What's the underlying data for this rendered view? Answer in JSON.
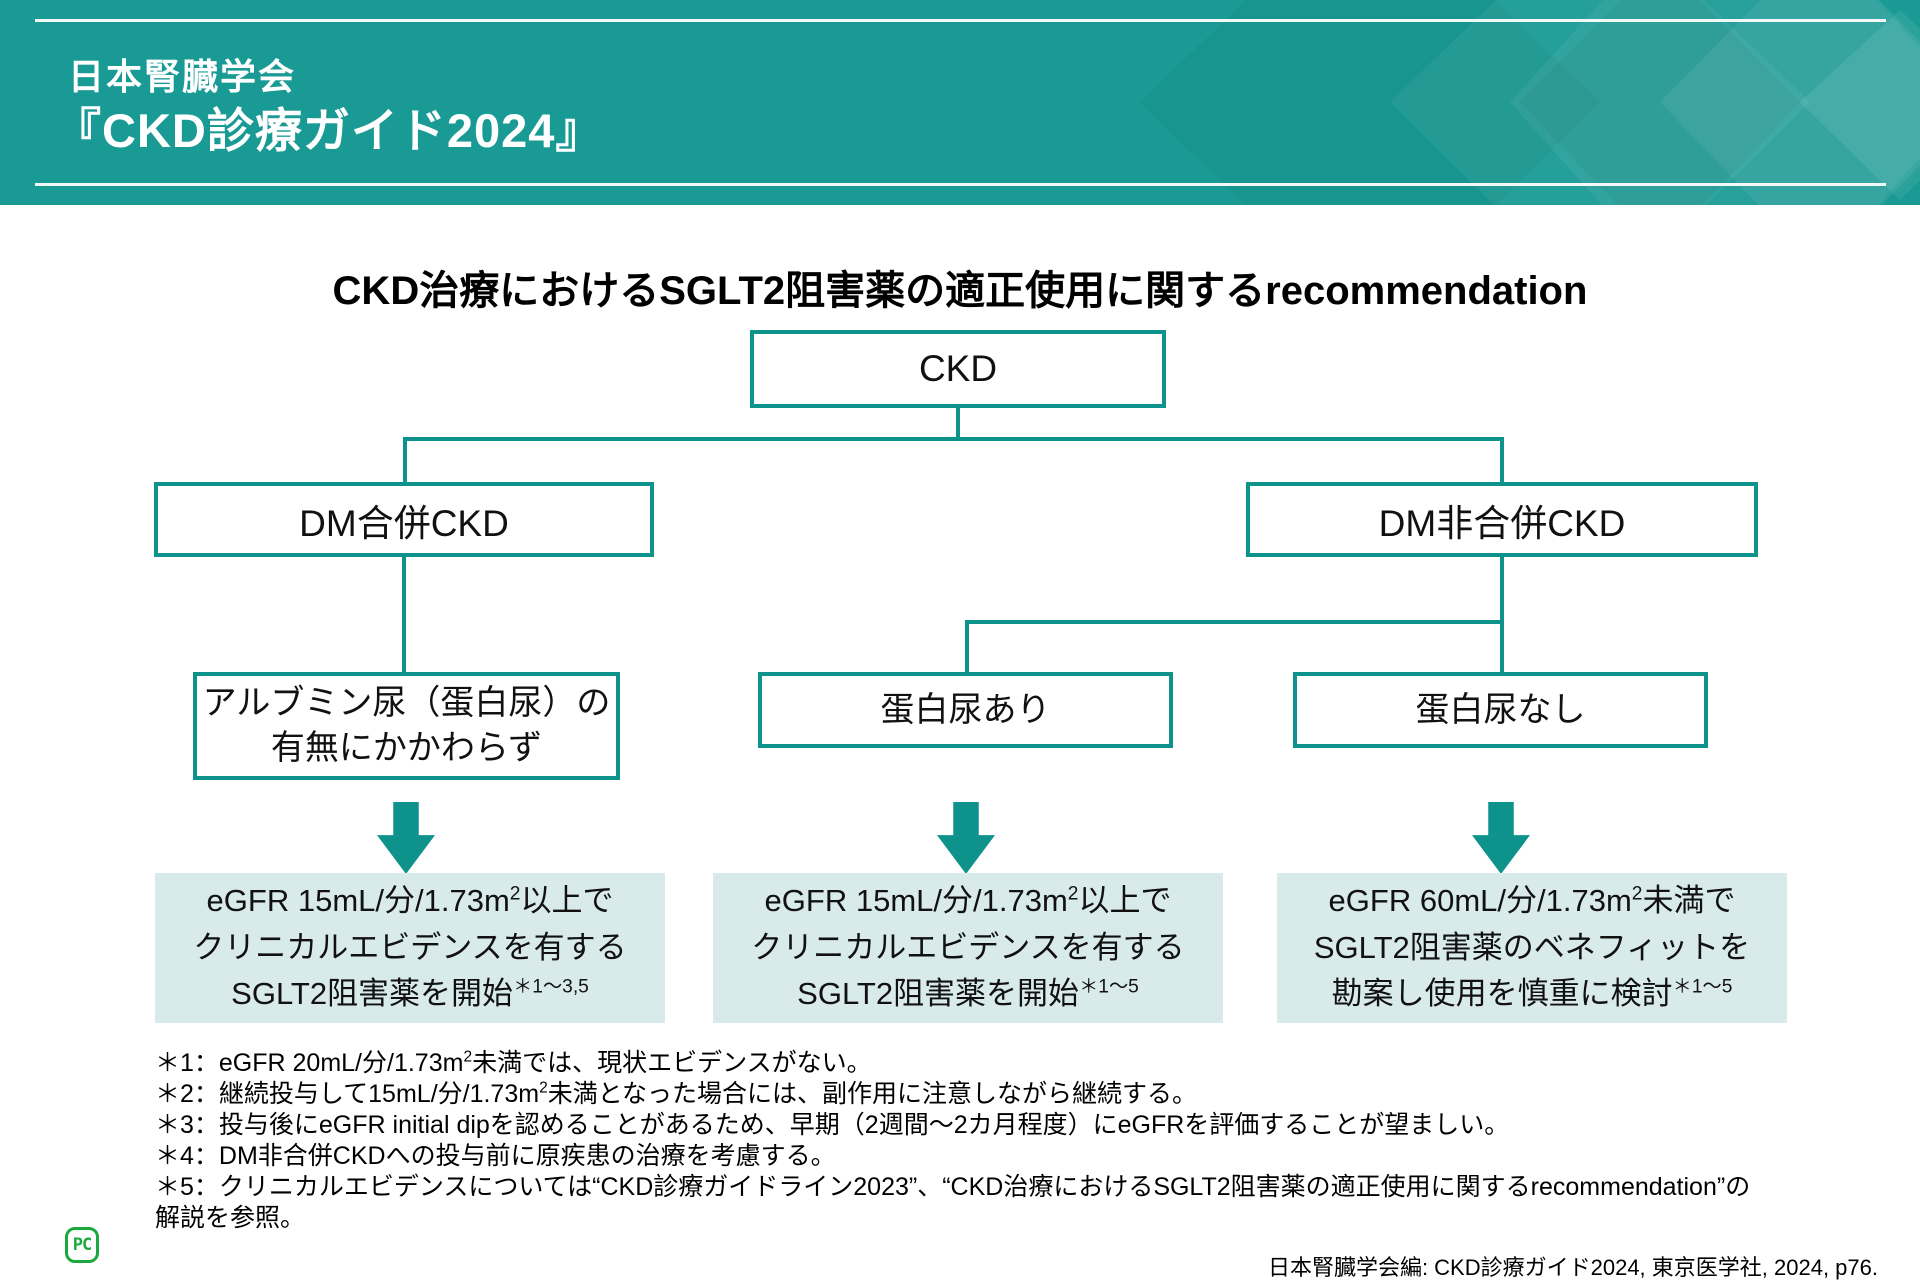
{
  "theme": {
    "header_teal": "#1A9A94",
    "line_teal": "#0E938C",
    "result_box_bg": "#D9EAEB",
    "logo_green": "#1BA83C",
    "text_color": "#000000"
  },
  "header": {
    "org": "日本腎臓学会",
    "title": "『CKD診療ガイド2024』"
  },
  "main": {
    "title": "CKD治療におけるSGLT2阻害薬の適正使用に関するrecommendation"
  },
  "flowchart": {
    "root": {
      "label": "CKD"
    },
    "branches": [
      {
        "label": "DM合併CKD"
      },
      {
        "label": "DM非合併CKD"
      }
    ],
    "conditions": [
      {
        "line1": "アルブミン尿（蛋白尿）の",
        "line2": "有無にかかわらず"
      },
      {
        "line1": "蛋白尿あり",
        "line2": ""
      },
      {
        "line1": "蛋白尿なし",
        "line2": ""
      }
    ],
    "outcomes": [
      {
        "l1_pre": "eGFR 15mL/分/1.73m",
        "l1_sup": "2",
        "l1_post": "以上で",
        "l2": "クリニカルエビデンスを有する",
        "l3_pre": "SGLT2阻害薬を開始",
        "l3_sup": "＊1～3,5"
      },
      {
        "l1_pre": "eGFR 15mL/分/1.73m",
        "l1_sup": "2",
        "l1_post": "以上で",
        "l2": "クリニカルエビデンスを有する",
        "l3_pre": "SGLT2阻害薬を開始",
        "l3_sup": "＊1～5"
      },
      {
        "l1_pre": "eGFR 60mL/分/1.73m",
        "l1_sup": "2",
        "l1_post": "未満で",
        "l2": "SGLT2阻害薬のベネフィットを",
        "l3_pre": "勘案し使用を慎重に検討",
        "l3_sup": "＊1～5"
      }
    ]
  },
  "footnotes": [
    {
      "pre": "＊1：eGFR 20mL/分/1.73m",
      "sup": "2",
      "post": "未満では、現状エビデンスがない。"
    },
    {
      "pre": "＊2：継続投与して15mL/分/1.73m",
      "sup": "2",
      "post": "未満となった場合には、副作用に注意しながら継続する。"
    },
    {
      "pre": "＊3：投与後にeGFR initial dipを認めることがあるため、早期（2週間～2カ月程度）にeGFRを評価することが望ましい。",
      "sup": "",
      "post": ""
    },
    {
      "pre": "＊4：DM非合併CKDへの投与前に原疾患の治療を考慮する。",
      "sup": "",
      "post": ""
    },
    {
      "pre": "＊5：クリニカルエビデンスについては“CKD診療ガイドライン2023”、“CKD治療におけるSGLT2阻害薬の適正使用に関するrecommendation”の解説を参照。",
      "sup": "",
      "post": ""
    }
  ],
  "footer": {
    "logo_text": "PC",
    "citation": "日本腎臓学会編: CKD診療ガイド2024, 東京医学社, 2024, p76."
  }
}
